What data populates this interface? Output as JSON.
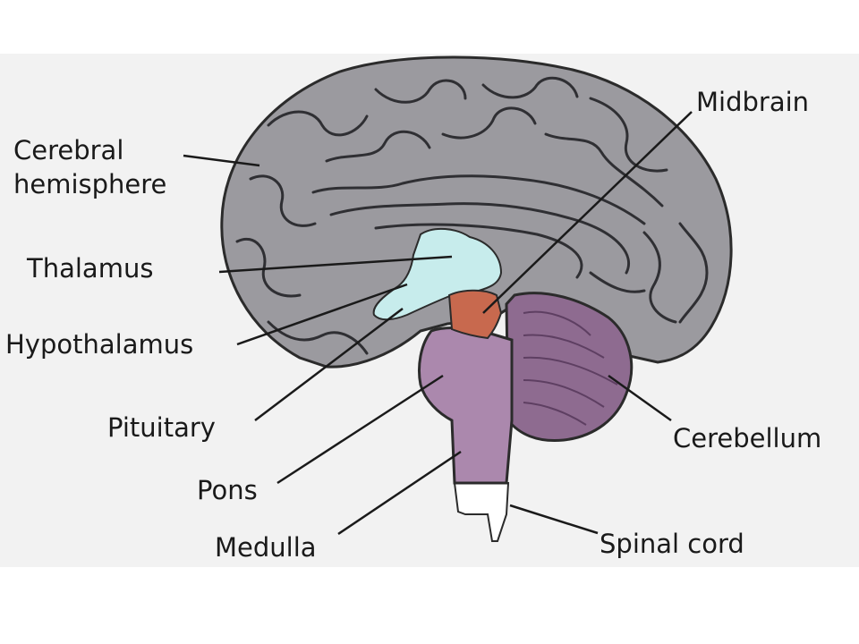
{
  "labels": {
    "cerebral_line1": "Cerebral",
    "cerebral_line2": "hemisphere",
    "thalamus": "Thalamus",
    "hypothalamus": "Hypothalamus",
    "pituitary": "Pituitary",
    "pons": "Pons",
    "medulla": "Medulla",
    "midbrain": "Midbrain",
    "cerebellum": "Cerebellum",
    "spinal_cord": "Spinal cord"
  },
  "colors": {
    "background": "#ffffff",
    "panel": "#f1f1f1",
    "cerebrum": "#9b9a9f",
    "cerebrum_outline": "#2b2b2b",
    "thalamus": "#c7ecec",
    "midbrain": "#c8694e",
    "brainstem": "#ab88ad",
    "cerebellum": "#8e6b90",
    "spinal_cord": "#ffffff",
    "leader_line": "#1a1a1a"
  }
}
